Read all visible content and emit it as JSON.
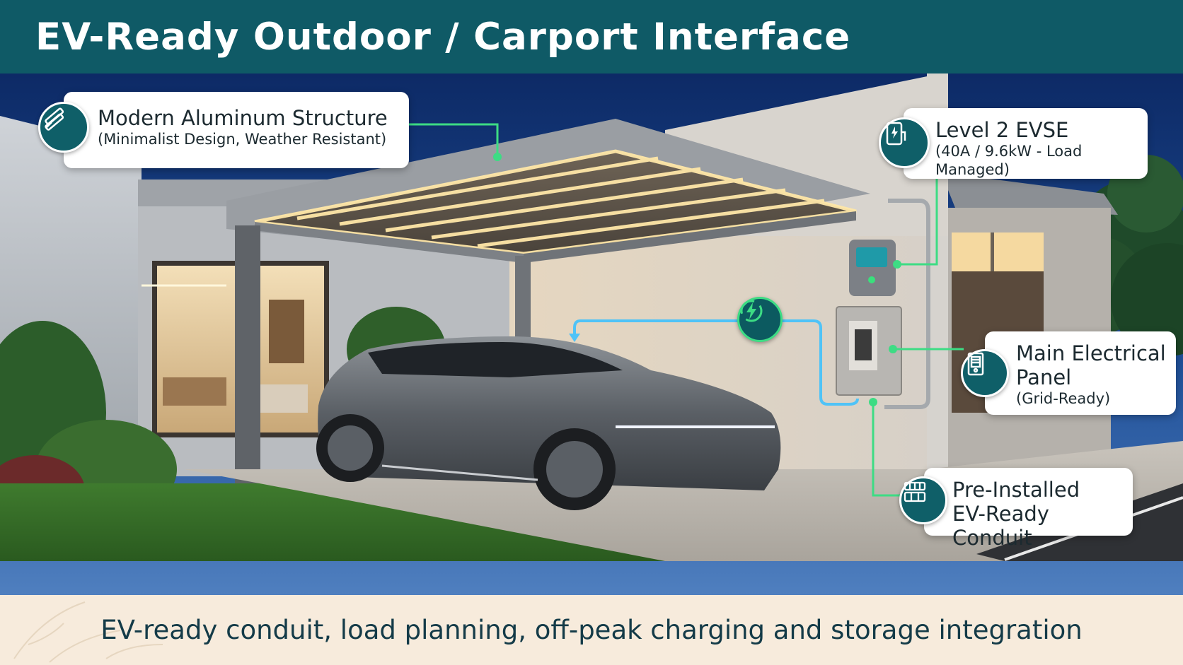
{
  "header": {
    "title": "EV-Ready Outdoor / Carport Interface"
  },
  "callouts": {
    "structure": {
      "title": "Modern Aluminum Structure",
      "subtitle": "(Minimalist Design, Weather Resistant)",
      "icon": "aluminum-beams-icon"
    },
    "evse": {
      "title": "Level 2 EVSE",
      "subtitle": "(40A / 9.6kW - Load Managed)",
      "icon": "ev-charger-icon"
    },
    "panel": {
      "title_line1": "Main Electrical",
      "title_line2": "Panel",
      "subtitle": "(Grid-Ready)",
      "icon": "electrical-panel-icon"
    },
    "conduit": {
      "title_line1": "Pre-Installed",
      "title_line2": "EV-Ready Conduit",
      "icon": "conduit-grid-icon"
    }
  },
  "charging_badge": {
    "icon": "lightning-charge-icon"
  },
  "caption": {
    "text": "EV-ready conduit, load planning, off-peak charging and storage integration"
  },
  "colors": {
    "header_bg": "#0f5a66",
    "badge_teal": "#0f5f68",
    "green_line": "#3ddc84",
    "blue_line": "#4fc3f7",
    "caption_bg": "#f7ebdc",
    "caption_text": "#143b48"
  }
}
